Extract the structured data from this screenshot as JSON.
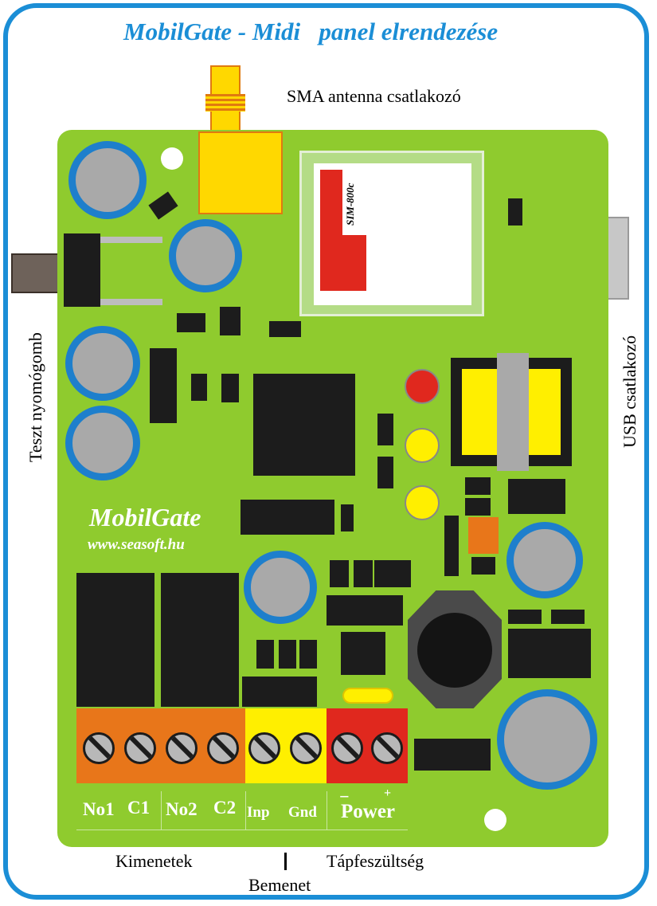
{
  "title": "MobilGate - Midi   panel elrendezése",
  "labels": {
    "antenna": "SMA antenna csatlakozó",
    "usb": "USB csatlakozó",
    "test_button": "Teszt nyomógomb",
    "outputs": "Kimenetek",
    "input": "Bemenet",
    "power_supply": "Tápfeszültség"
  },
  "board": {
    "brand": "MobilGate",
    "website": "www.seasoft.hu",
    "module_label": "SIM-800c",
    "colors": {
      "pcb": "#8fcb2e",
      "accent": "#1b8ed6",
      "orange": "#e8761a",
      "yellow": "#ffef00",
      "red": "#e0281e"
    }
  },
  "terminals": {
    "no1": "No1",
    "c1": "C1",
    "no2": "No2",
    "c2": "C2",
    "inp": "Inp",
    "gnd": "Gnd",
    "power": "Power",
    "minus": "−",
    "plus": "+"
  }
}
